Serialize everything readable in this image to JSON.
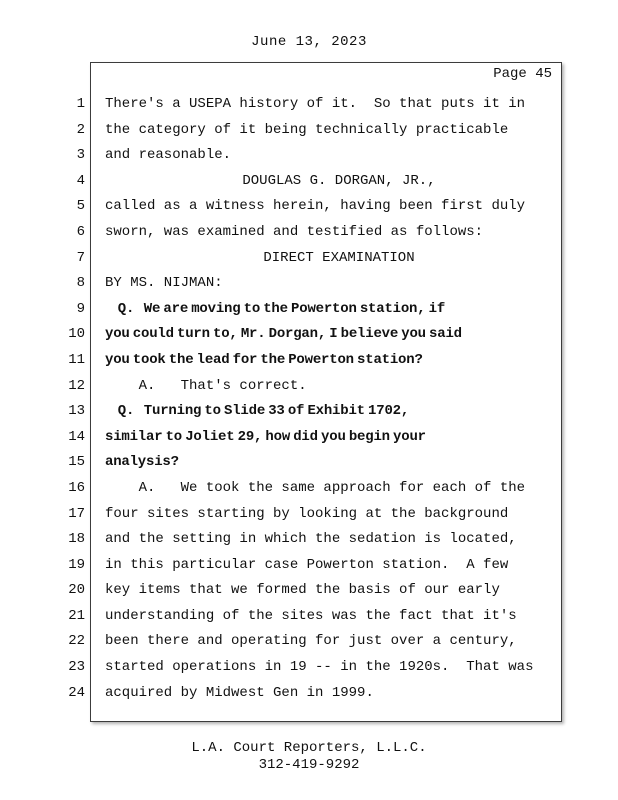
{
  "header": {
    "date": "June 13, 2023"
  },
  "page_label": "Page 45",
  "transcript": {
    "lines": [
      {
        "n": "1",
        "text": "There's a USEPA history of it.  So that puts it in",
        "style": "normal"
      },
      {
        "n": "2",
        "text": "the category of it being technically practicable",
        "style": "normal"
      },
      {
        "n": "3",
        "text": "and reasonable.",
        "style": "normal"
      },
      {
        "n": "4",
        "text": "DOUGLAS G. DORGAN, JR.,",
        "style": "center"
      },
      {
        "n": "5",
        "text": "called as a witness herein, having been first duly",
        "style": "normal"
      },
      {
        "n": "6",
        "text": "sworn, was examined and testified as follows:",
        "style": "normal"
      },
      {
        "n": "7",
        "text": "DIRECT EXAMINATION",
        "style": "center"
      },
      {
        "n": "8",
        "text": "BY MS. NIJMAN:",
        "style": "normal"
      },
      {
        "n": "9",
        "text": "    Q.   We are moving to the Powerton station, if",
        "style": "bold"
      },
      {
        "n": "10",
        "text": "you could turn to, Mr. Dorgan, I believe you said",
        "style": "bold"
      },
      {
        "n": "11",
        "text": "you took the lead for the Powerton station?",
        "style": "bold"
      },
      {
        "n": "12",
        "text": "    A.   That's correct.",
        "style": "normal"
      },
      {
        "n": "13",
        "text": "    Q.   Turning to Slide 33 of Exhibit 1702,",
        "style": "bold"
      },
      {
        "n": "14",
        "text": "similar to Joliet 29, how did you begin your",
        "style": "bold"
      },
      {
        "n": "15",
        "text": "analysis?",
        "style": "bold"
      },
      {
        "n": "16",
        "text": "    A.   We took the same approach for each of the",
        "style": "normal"
      },
      {
        "n": "17",
        "text": "four sites starting by looking at the background",
        "style": "normal"
      },
      {
        "n": "18",
        "text": "and the setting in which the sedation is located,",
        "style": "normal"
      },
      {
        "n": "19",
        "text": "in this particular case Powerton station.  A few",
        "style": "normal"
      },
      {
        "n": "20",
        "text": "key items that we formed the basis of our early",
        "style": "normal"
      },
      {
        "n": "21",
        "text": "understanding of the sites was the fact that it's",
        "style": "normal"
      },
      {
        "n": "22",
        "text": "been there and operating for just over a century,",
        "style": "normal"
      },
      {
        "n": "23",
        "text": "started operations in 19 -- in the 1920s.  That was",
        "style": "normal"
      },
      {
        "n": "24",
        "text": "acquired by Midwest Gen in 1999.",
        "style": "normal"
      }
    ]
  },
  "footer": {
    "company": "L.A. Court Reporters, L.L.C.",
    "phone": "312-419-9292"
  }
}
